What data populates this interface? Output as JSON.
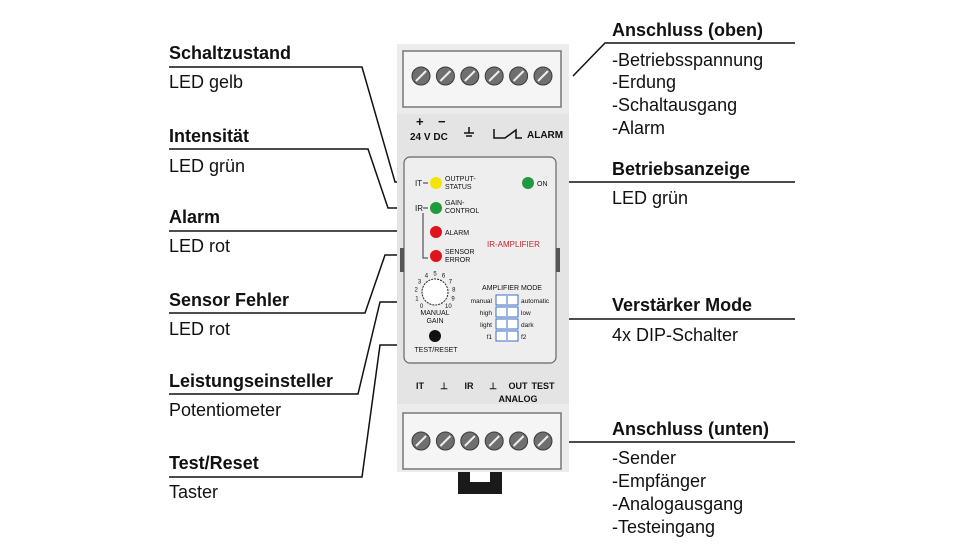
{
  "left_labels": [
    {
      "title": "Schaltzustand",
      "desc": "LED gelb"
    },
    {
      "title": "Intensität",
      "desc": "LED grün"
    },
    {
      "title": "Alarm",
      "desc": "LED rot"
    },
    {
      "title": "Sensor Fehler",
      "desc": "LED rot"
    },
    {
      "title": "Leistungseinsteller",
      "desc": "Potentiometer"
    },
    {
      "title": "Test/Reset",
      "desc": "Taster"
    }
  ],
  "right_labels": [
    {
      "title": "Anschluss (oben)",
      "lines": [
        "-Betriebsspannung",
        "-Erdung",
        "-Schaltausgang",
        "-Alarm"
      ]
    },
    {
      "title": "Betriebsanzeige",
      "lines": [
        "LED grün"
      ]
    },
    {
      "title": "Verstärker Mode",
      "lines": [
        "4x DIP-Schalter"
      ]
    },
    {
      "title": "Anschluss (unten)",
      "lines": [
        "-Sender",
        "-Empfänger",
        "-Analogausgang",
        "-Testeingang"
      ]
    }
  ],
  "device": {
    "top_plus": "+",
    "top_minus": "−",
    "top_voltage": "24 V DC",
    "top_alarm": "ALARM",
    "panel_it": "IT",
    "panel_ir": "IR",
    "led_output": [
      "OUTPUT-",
      "STATUS"
    ],
    "led_gain": [
      "GAIN-",
      "CONTROL"
    ],
    "led_alarm": "ALARM",
    "led_sensor": [
      "SENSOR",
      "ERROR"
    ],
    "led_on": "ON",
    "amplifier_name": "IR-AMPLIFIER",
    "dial_numbers": [
      "0",
      "1",
      "2",
      "3",
      "4",
      "5",
      "6",
      "7",
      "8",
      "9",
      "10"
    ],
    "manual_gain": [
      "MANUAL",
      "GAIN"
    ],
    "test_reset": "TEST/RESET",
    "amp_mode_title": "AMPLIFIER MODE",
    "dip_left": [
      "manual",
      "high",
      "light",
      "f1"
    ],
    "dip_right": [
      "automatic",
      "low",
      "dark",
      "f2"
    ],
    "bottom_labels": [
      "IT",
      "⊥",
      "IR",
      "⊥",
      "OUT",
      "TEST"
    ],
    "bottom_analog": "ANALOG"
  },
  "colors": {
    "led_yellow": "#f2e600",
    "led_green": "#1f9a3c",
    "led_red": "#e0141c",
    "amplifier_text": "#c0282d",
    "dip_blue": "#3a6fc4"
  }
}
